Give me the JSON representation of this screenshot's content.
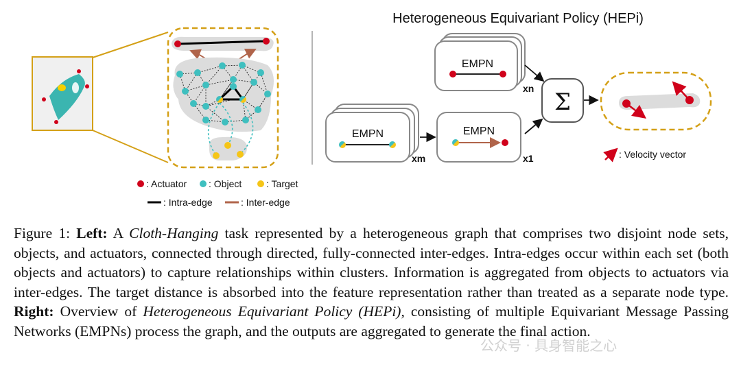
{
  "figure": {
    "right_title": "Heterogeneous Equivariant Policy (HEPi)",
    "legend": {
      "actuator": ": Actuator",
      "object": ": Object",
      "target": ": Target",
      "intra_edge": ": Intra-edge",
      "inter_edge": ": Inter-edge",
      "velocity_vector": ": Velocity vector"
    },
    "empn_label": "EMPN",
    "multipliers": {
      "xn": "xn",
      "xm": "xm",
      "x1": "x1"
    },
    "sum_symbol": "Σ",
    "colors": {
      "actuator": "#d0021b",
      "object": "#3fbfbf",
      "target": "#f5c518",
      "intra_edge": "#000000",
      "inter_edge": "#b0644a",
      "dashed_border": "#d4a017",
      "velocity": "#d0021b"
    }
  },
  "caption": {
    "figure_label": "Figure 1:",
    "left_label": "Left:",
    "left_prefix": "A",
    "task_name": "Cloth-Hanging",
    "left_text": "task represented by a heterogeneous graph that comprises two disjoint node sets, objects, and actuators, connected through directed, fully-connected inter-edges. Intra-edges occur within each set (both objects and actuators) to capture relationships within clusters. Information is aggregated from objects to actuators via inter-edges. The target distance is absorbed into the feature representation rather than treated as a separate node type.",
    "right_label": "Right:",
    "right_prefix": "Overview of",
    "policy_name": "Heterogeneous Equivariant Policy (HEPi)",
    "right_text": ", consisting of multiple Equivariant Message Passing Networks (EMPNs) process the graph, and the outputs are aggregated to generate the final action."
  },
  "watermark": "公众号 · 具身智能之心"
}
